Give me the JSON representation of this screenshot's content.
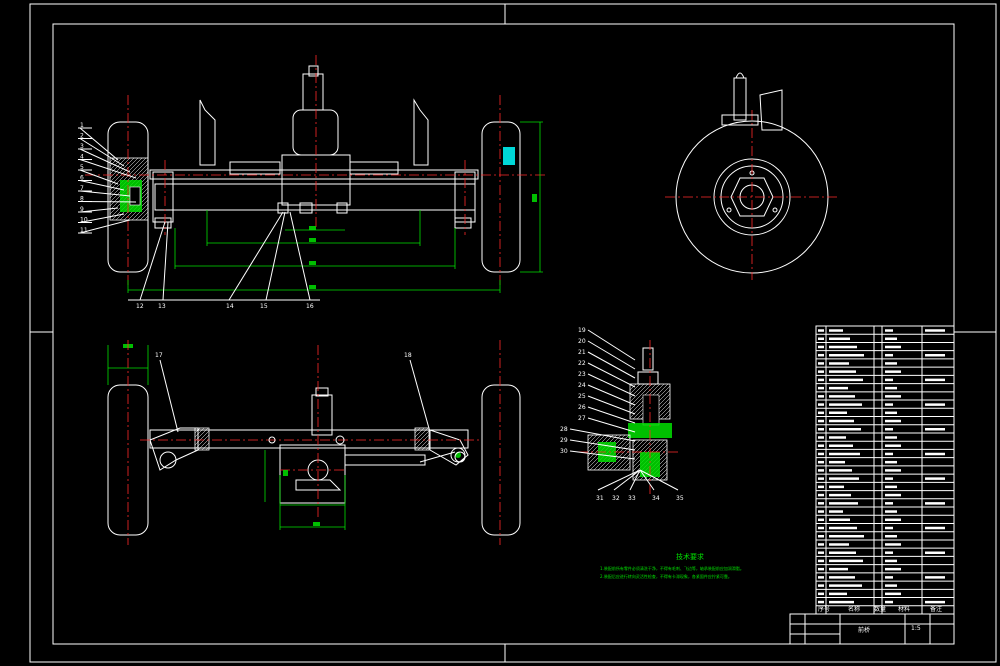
{
  "drawing": {
    "tech_title": "技术要求",
    "tech_lines": [
      "1.装配前所有零件必须清洗干净，不得有毛刺、飞边等，轴承装配前应加润滑脂。",
      "2.装配后应进行转向灵活性检查，不得有卡滞现象，各紧固件应拧紧可靠。"
    ],
    "title_block": {
      "name": "前桥",
      "scale": "1:5",
      "header_cols": [
        "序号",
        "名称",
        "数量",
        "材料",
        "备注"
      ]
    },
    "view1_callouts": [
      "1",
      "2",
      "3",
      "4",
      "5",
      "6",
      "7",
      "8",
      "9",
      "10",
      "11"
    ],
    "view1_bottom_callouts": [
      "12",
      "13",
      "14",
      "15",
      "16"
    ],
    "view3_callouts": [
      "17",
      "18"
    ],
    "view4_callouts_left": [
      "19",
      "20",
      "21",
      "22",
      "23",
      "24",
      "25",
      "26",
      "27",
      "28",
      "29",
      "30"
    ],
    "view4_callouts_bottom": [
      "31",
      "32",
      "33",
      "34",
      "35"
    ]
  }
}
